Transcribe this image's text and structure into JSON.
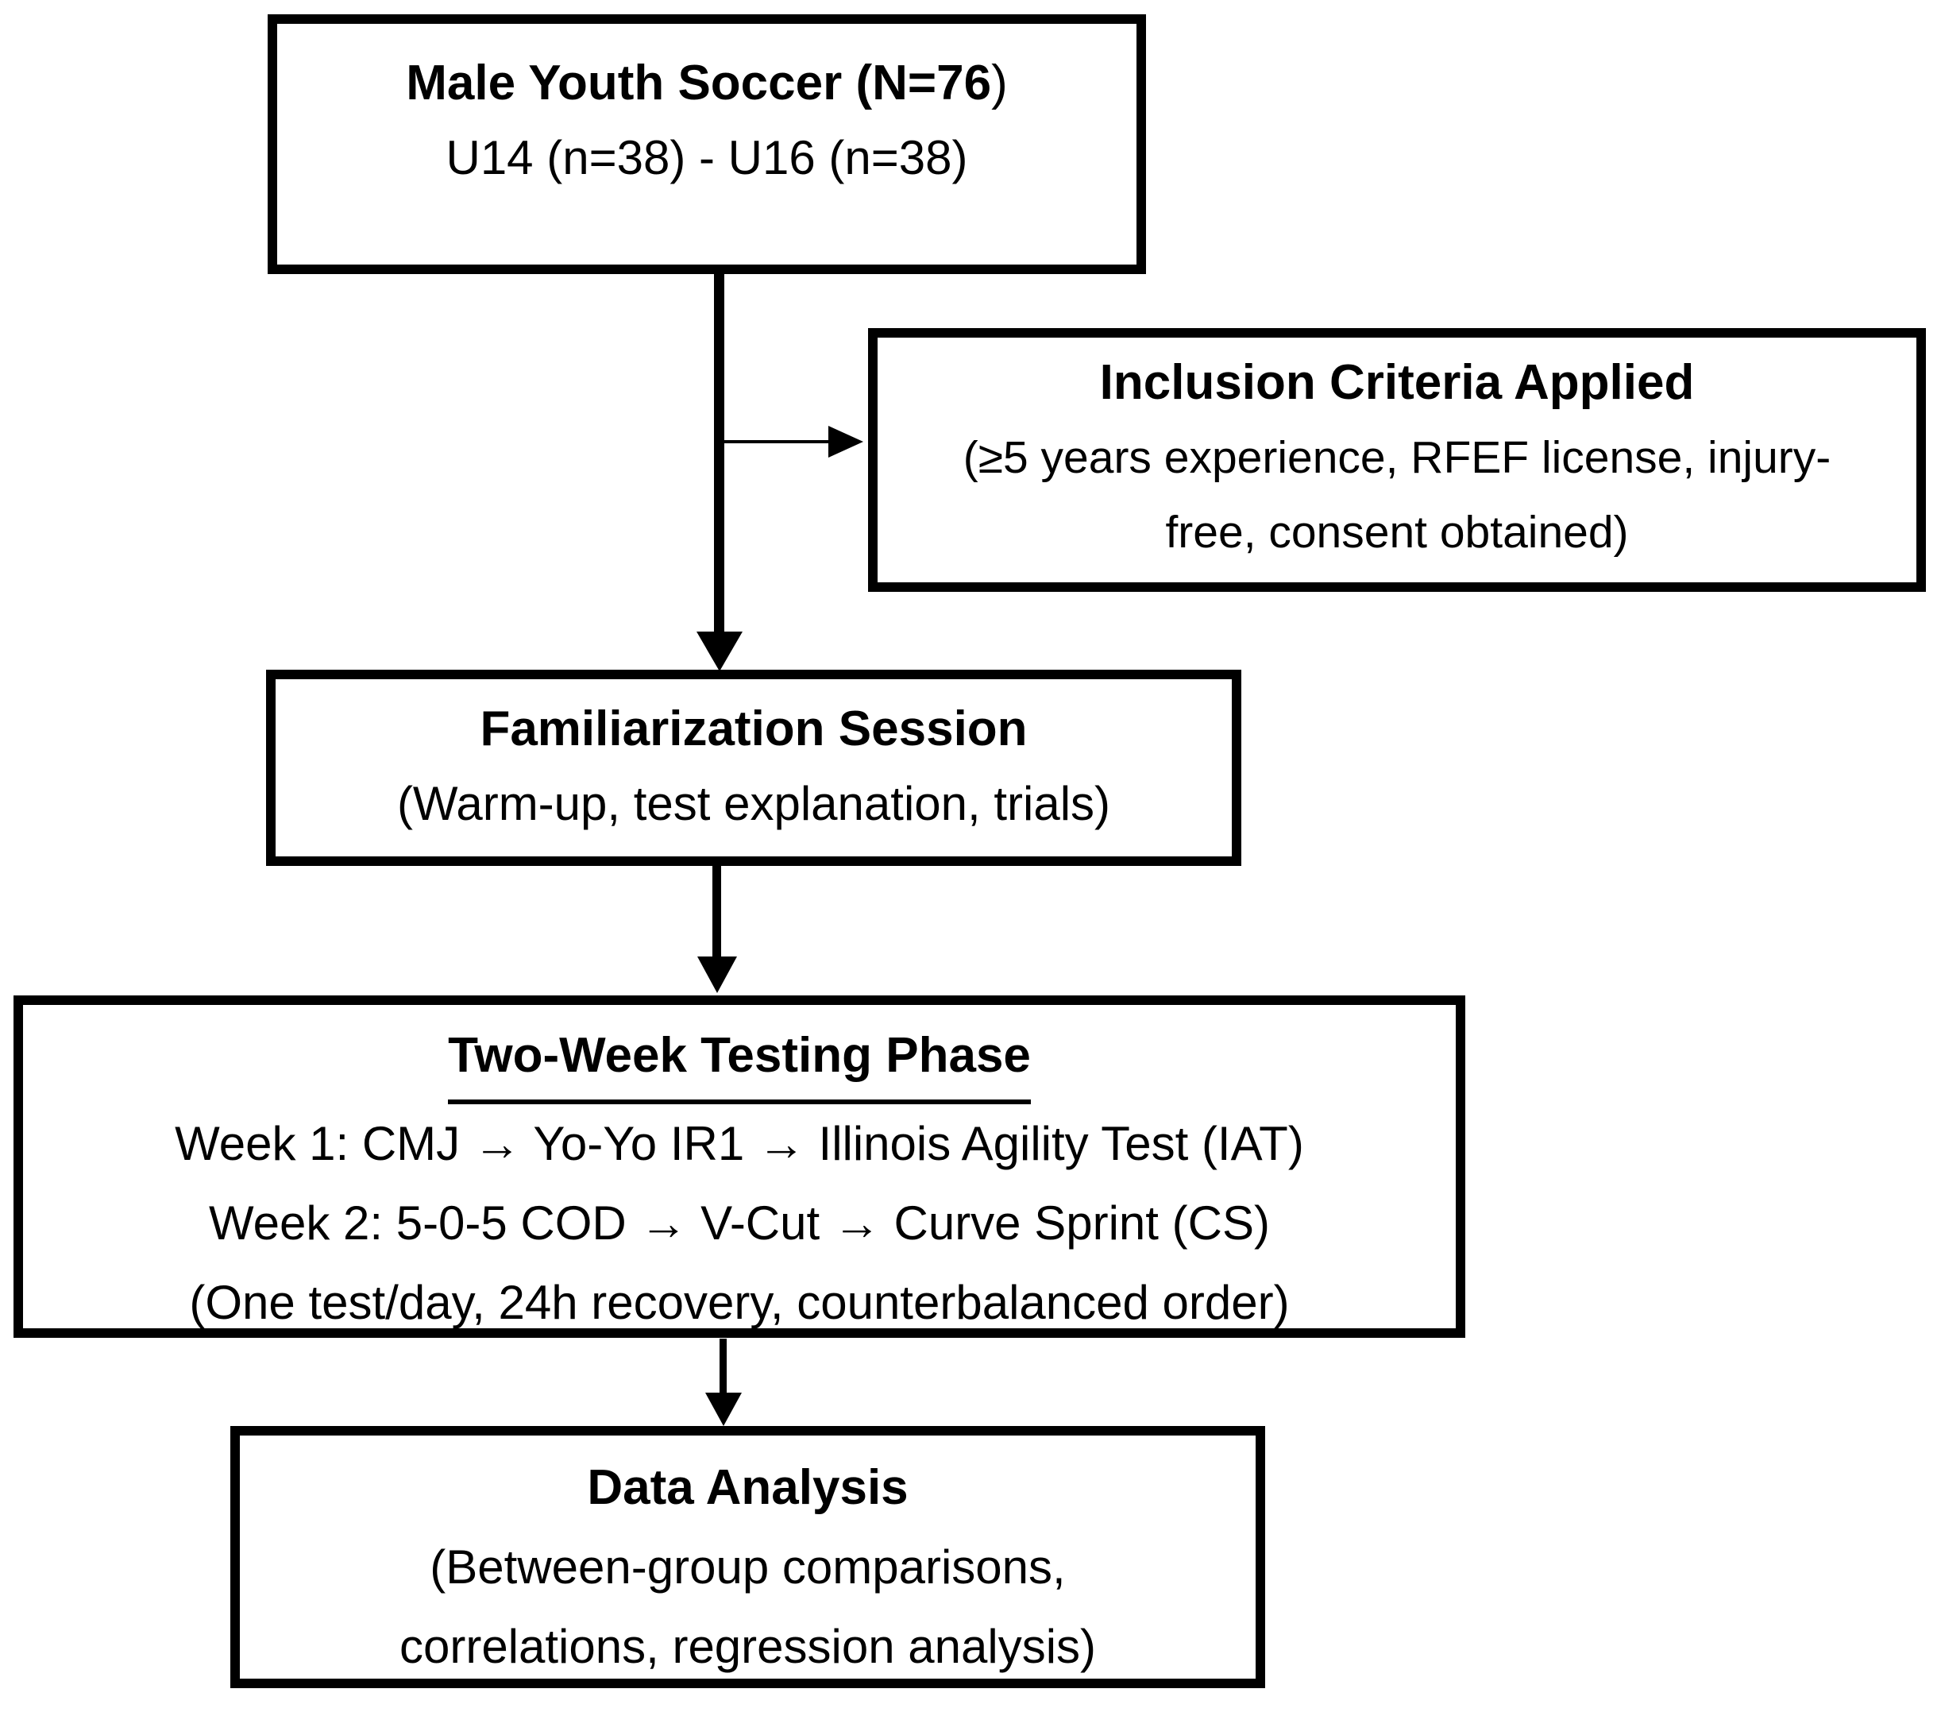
{
  "page": {
    "background_color": "#ffffff",
    "ink_color": "#000000"
  },
  "flowchart": {
    "boxes": {
      "population": {
        "title_bold": "Male Youth Soccer (N=76",
        "title_tail": ")",
        "lines": [
          "U14 (n=38) - U16 (n=38)"
        ]
      },
      "inclusion": {
        "title": "Inclusion Criteria Applied",
        "lines": [
          "(≥5 years experience, RFEF license, injury-",
          "free, consent obtained)"
        ]
      },
      "familiarization": {
        "title": "Familiarization Session",
        "lines": [
          "(Warm-up, test explanation, trials)"
        ]
      },
      "testing": {
        "title": "Two-Week Testing Phase",
        "lines": [
          "Week 1: CMJ → Yo-Yo IR1 → Illinois Agility Test (IAT)",
          "Week 2: 5-0-5 COD → V-Cut → Curve Sprint (CS)",
          "(One test/day, 24h recovery, counterbalanced order)"
        ]
      },
      "analysis": {
        "title": "Data Analysis",
        "lines": [
          "(Between-group comparisons,",
          "correlations, regression analysis)"
        ]
      }
    }
  }
}
